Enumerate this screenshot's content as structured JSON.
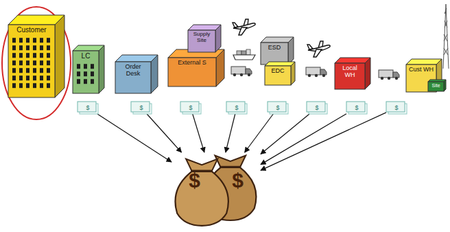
{
  "diagram": {
    "nodes": [
      {
        "text": [
          "Customer"
        ]
      },
      {
        "text": [
          "LC"
        ]
      },
      {
        "text": [
          "Order Desk"
        ]
      },
      {
        "text": [
          "External S"
        ]
      },
      {
        "text": [
          "Supply Site"
        ]
      },
      {
        "text": [
          "ESD"
        ]
      },
      {
        "text": [
          "EDC"
        ]
      },
      {
        "text": [
          "Local WH"
        ]
      },
      {
        "text": [
          "Cust WH"
        ]
      },
      {
        "text": [
          "Site"
        ],
        "in": 8
      },
      {
        "text": [
          "$"
        ]
      },
      {
        "text": [
          "$"
        ]
      },
      {
        "text": [
          "$"
        ]
      },
      {
        "text": [
          "$"
        ]
      },
      {
        "text": [
          "$"
        ]
      },
      {
        "text": [
          "$"
        ]
      },
      {
        "text": [
          "$"
        ]
      },
      {
        "text": [
          "$"
        ]
      },
      {
        "text": [
          "$",
          "$"
        ]
      }
    ],
    "edges": [
      {
        "from": 10,
        "to": 18,
        "arrow": "to"
      },
      {
        "from": 11,
        "to": 18,
        "arrow": "to"
      },
      {
        "from": 12,
        "to": 18,
        "arrow": "to"
      },
      {
        "from": 13,
        "to": 18,
        "arrow": "to"
      },
      {
        "from": 14,
        "to": 18,
        "arrow": "to"
      },
      {
        "from": 15,
        "to": 18,
        "arrow": "to"
      },
      {
        "from": 16,
        "to": 18,
        "arrow": "to"
      },
      {
        "from": 17,
        "to": 18,
        "arrow": "to"
      }
    ]
  }
}
